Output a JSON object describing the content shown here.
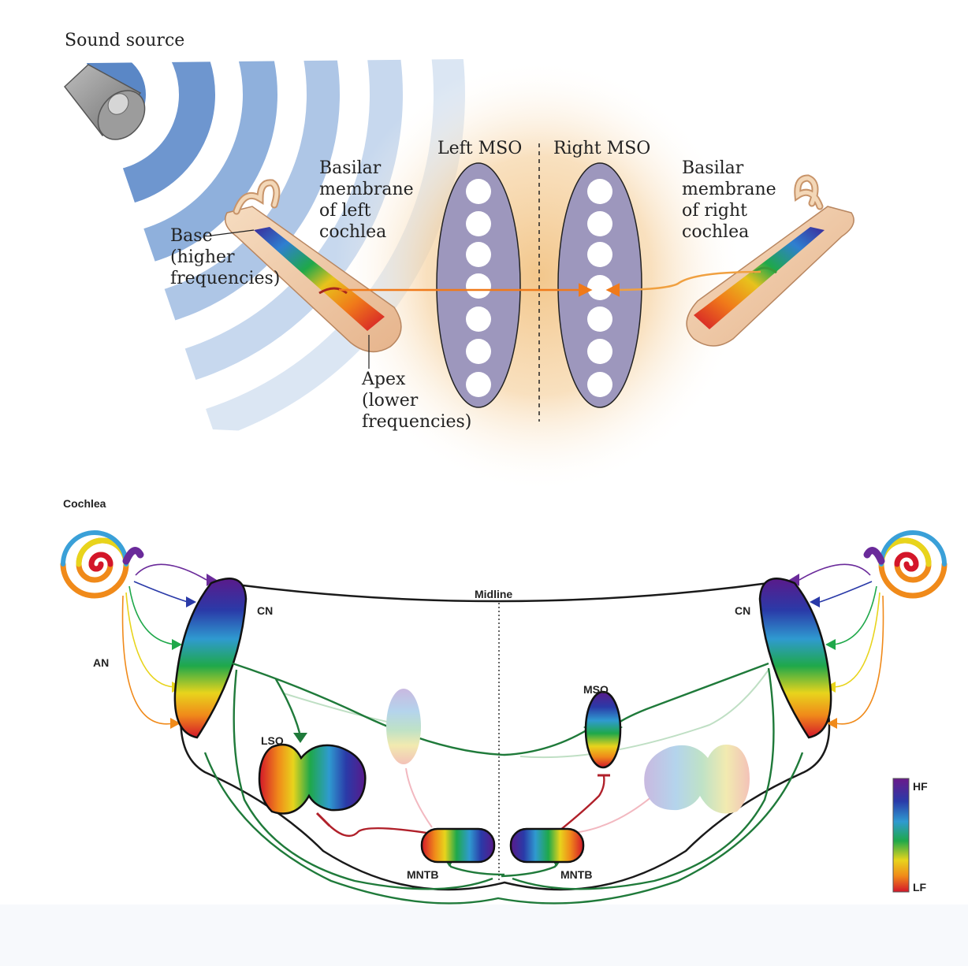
{
  "top_panel": {
    "sound_source_label": "Sound source",
    "left_mso_label": "Left MSO",
    "right_mso_label": "Right MSO",
    "left_membrane_label": [
      "Basilar",
      "membrane",
      "of left",
      "cochlea"
    ],
    "right_membrane_label": [
      "Basilar",
      "membrane",
      "of right",
      "cochlea"
    ],
    "base_label": [
      "Base",
      "(higher",
      "frequencies)"
    ],
    "apex_label": [
      "Apex",
      "(lower",
      "frequencies)"
    ]
  },
  "bottom_panel": {
    "cochlea_label": "Cochlea",
    "midline_label": "Midline",
    "cn_left_label": "CN",
    "cn_right_label": "CN",
    "an_label": "AN",
    "mso_label": "MSO",
    "lso_label": "LSO",
    "mntb_left_label": "MNTB",
    "mntb_right_label": "MNTB",
    "scale_high_label": "HF",
    "scale_low_label": "LF"
  },
  "colors": {
    "mso_body": "#9d97bd",
    "glow": "#f4c98a",
    "excitatory_path": "#1f7a3a",
    "inhibitory_path": "#b0202a",
    "arrow": "#f07a1a"
  }
}
